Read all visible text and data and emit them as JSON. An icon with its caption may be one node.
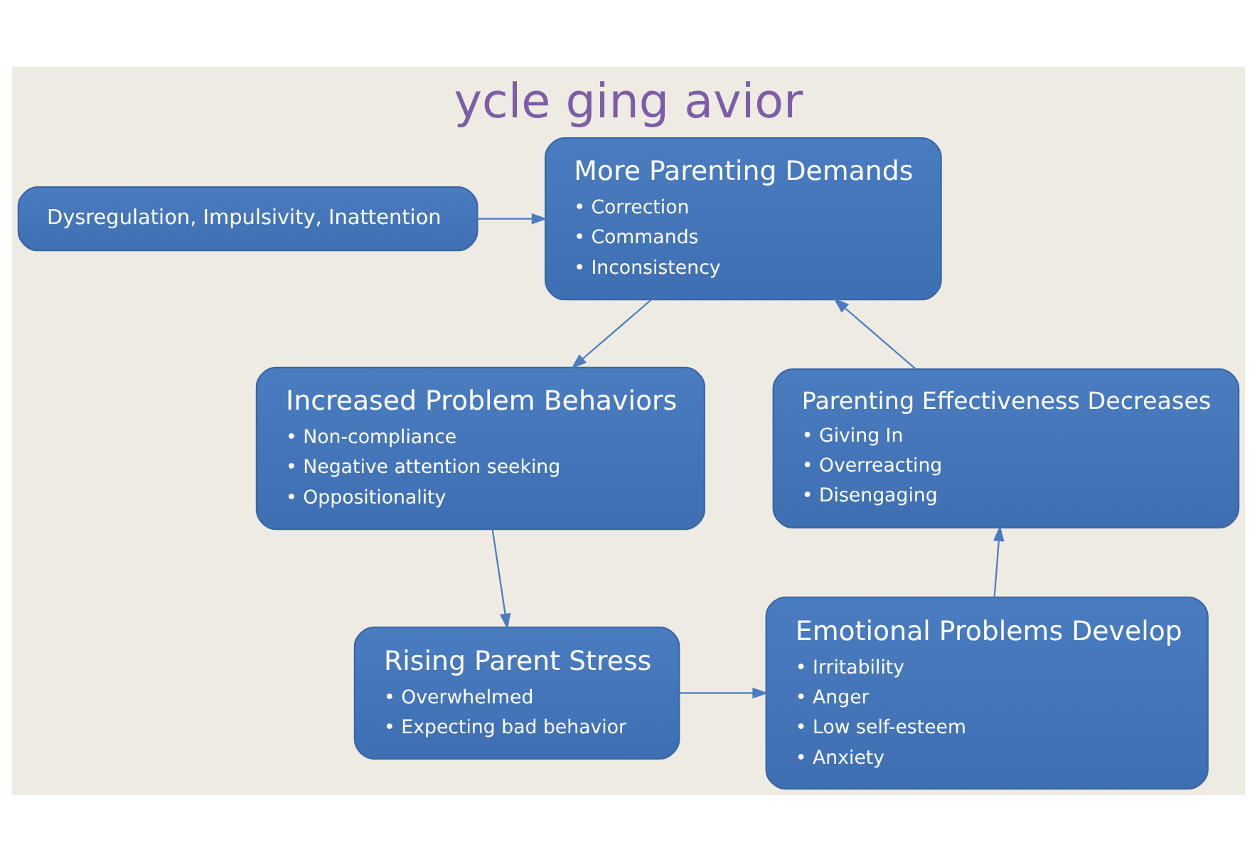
{
  "diagram": {
    "title": "ycle ging avior",
    "nodes": [
      {
        "text": [
          "Dysregulation, Impulsivity, Inattention"
        ]
      },
      {
        "text": [
          "More Parenting Demands",
          "• Correction",
          "• Commands",
          "• Inconsistency"
        ]
      },
      {
        "text": [
          "Increased Problem Behaviors",
          "• Non-compliance",
          "• Negative attention seeking",
          "• Oppositionality"
        ]
      },
      {
        "text": [
          "Rising Parent Stress",
          "• Overwhelmed",
          "• Expecting bad behavior"
        ]
      },
      {
        "text": [
          "Emotional Problems Develop",
          "• Irritability",
          "• Anger",
          "• Low self-esteem",
          "• Anxiety"
        ]
      },
      {
        "text": [
          "Parenting Effectiveness Decreases",
          "• Giving In",
          "• Overreacting",
          "• Disengaging"
        ]
      }
    ],
    "edges": [
      {
        "from": 0,
        "to": 1,
        "arrow": "to"
      },
      {
        "from": 1,
        "to": 2,
        "arrow": "to"
      },
      {
        "from": 2,
        "to": 3,
        "arrow": "to"
      },
      {
        "from": 3,
        "to": 4,
        "arrow": "to"
      },
      {
        "from": 4,
        "to": 5,
        "arrow": "to"
      },
      {
        "from": 5,
        "to": 1,
        "arrow": "to"
      }
    ]
  }
}
